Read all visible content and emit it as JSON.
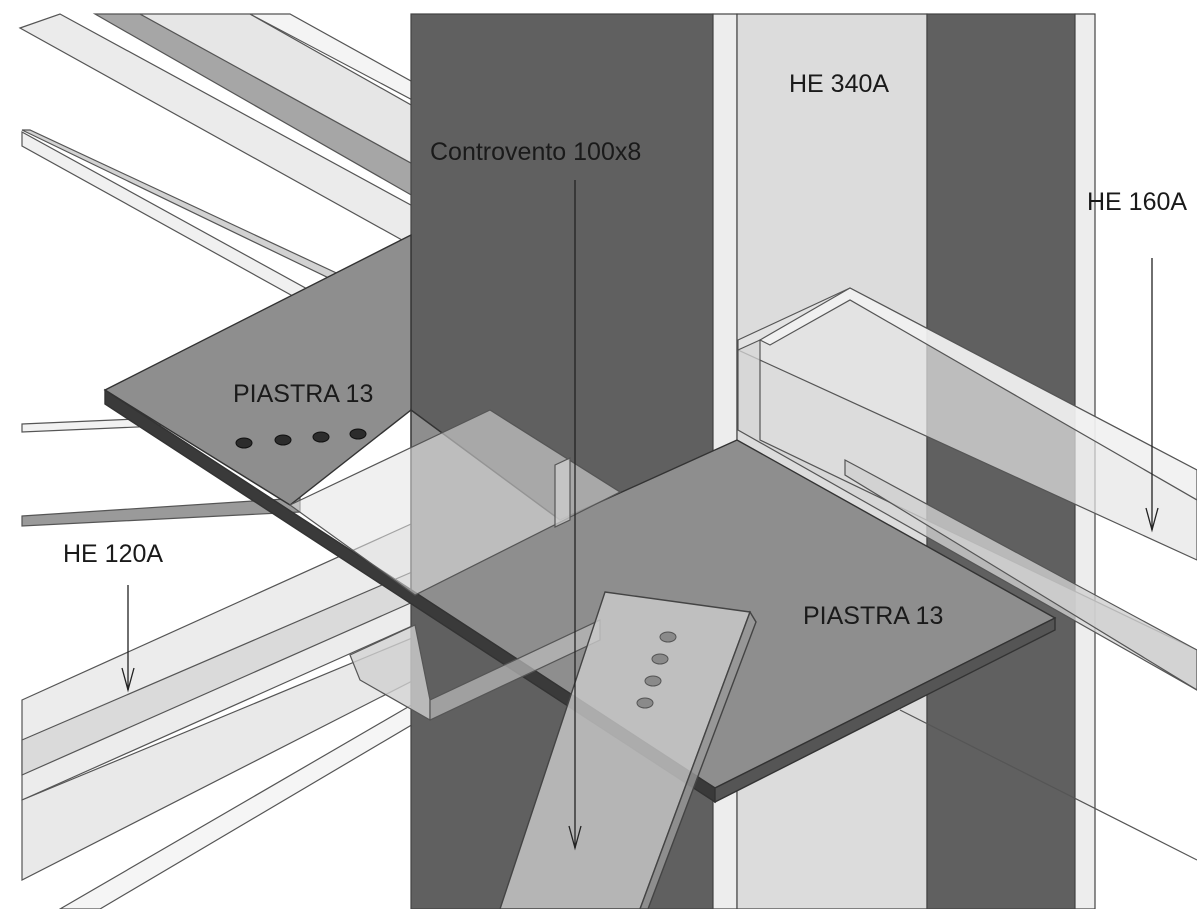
{
  "labels": {
    "column": "HE 340A",
    "brace": "Controvento 100x8",
    "beam_right": "HE 160A",
    "beam_left": "HE 120A",
    "plate_left": "PIASTRA 13",
    "plate_right": "PIASTRA 13"
  },
  "colors": {
    "column_web_dark": "#606060",
    "column_flange_light": "#e2e2e2",
    "plate_top": "#8e8e8e",
    "plate_edge": "#3a3a3a",
    "beam_translucent": "#d9d9d9",
    "outline": "#4a4a4a",
    "background": "#ffffff"
  }
}
